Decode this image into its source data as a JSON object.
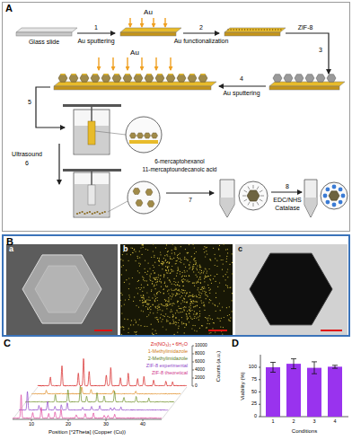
{
  "diagram": {
    "nodes": [
      {
        "text": [
          "A"
        ]
      },
      {
        "text": [
          "B"
        ]
      },
      {
        "text": [
          "a"
        ],
        "in": 1
      },
      {
        "text": [
          "b"
        ],
        "in": 1
      },
      {
        "text": [
          "c"
        ],
        "in": 1
      }
    ],
    "labels": [
      "Glass slide",
      "1",
      "Au sputtering",
      "Au",
      "2",
      "Au functionalization",
      "ZIF-8",
      "3",
      "Au",
      "4",
      "Au sputtering",
      "5",
      "Ultrasound",
      "6",
      "7",
      "6-mercaptohexanol",
      "11-mercaptoundecanoic acid",
      "8",
      "EDC/NHS",
      "Catalase",
      "C",
      "Zn(NO₃)₂ • 6H₂O",
      "1-Methylimidazole",
      "2-Methylimidazole",
      "ZIF-8 experimental",
      "ZIF-8 theoretical",
      "10000",
      "8000",
      "6000",
      "4000",
      "2000",
      "0",
      "Counts (a.u.)",
      "10",
      "20",
      "30",
      "40",
      "Position [°2Theta] (Copper (Cu))",
      "D",
      "Viability (%)",
      "100",
      "75",
      "50",
      "25",
      "0",
      "1",
      "2",
      "3",
      "4",
      "Conditions"
    ]
  }
}
